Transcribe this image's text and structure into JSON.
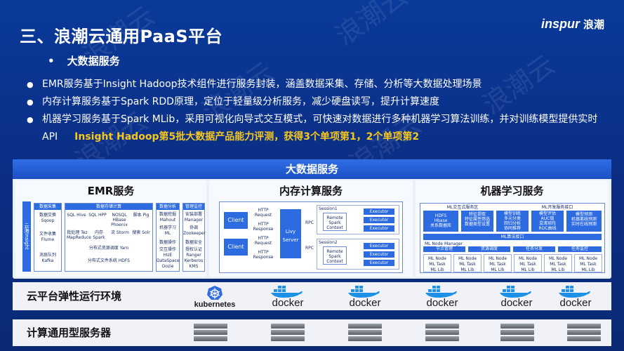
{
  "watermark": "浪潮云",
  "title": "三、浪潮云通用PaaS平台",
  "logo": {
    "en": "inspur",
    "cn": "浪潮"
  },
  "subtitle": "大数据服务",
  "bullets": [
    "EMR服务基于Insight Hadoop技术组件进行服务封装，涵盖数据采集、存储、分析等大数据处理场景",
    "内存计算服务基于Spark RDD原理，定位于轻量级分析服务，减少硬盘读写，提升计算速度",
    "机器学习服务基于Spark MLib，采用可视化向导式交互模式，可快速对数据进行多种机器学习算法训练，并对训练模型提供实时API"
  ],
  "highlight": "Insight Hadoop第5批大数据产品能力评测，获得3个单项第1，2个单项第2",
  "panel": {
    "title": "大数据服务",
    "emr": {
      "title": "EMR服务",
      "side_label": "云海Insight",
      "groups": [
        {
          "name": "数据采集",
          "items": [
            "数据交换",
            "Sqoop",
            "文件收集",
            "Flume",
            "消息队列",
            "Kafka"
          ]
        },
        {
          "name": "数据存储计算",
          "items": [
            "SQL Hive",
            "SQL HPP",
            "NOSQL HBase Phoenix",
            "脚本 Pig",
            "批处理 Tez MapReduce",
            "内存 Spark",
            "流 Storm",
            "搜索 Solr",
            "分布式资源调度 Yarn",
            "分布式文件系统 HDFS"
          ]
        },
        {
          "name": "数据分析",
          "items": [
            "数据挖掘",
            "Mahout",
            "机器学习",
            "ML",
            "数据操作",
            "交互操作",
            "HUE",
            "DataSpace",
            "Oozie"
          ]
        },
        {
          "name": "管理监控",
          "items": [
            "安装部署",
            "Manager",
            "协调",
            "Zookeeper",
            "数据安全",
            "授权认证",
            "Ranger",
            "Kerberos",
            "KMS"
          ]
        }
      ]
    },
    "memory": {
      "title": "内存计算服务",
      "client": "Client",
      "http_request": "HTTP Request",
      "http_response": "HTTP Response",
      "livy": "Livy Server",
      "rpc": "RPC",
      "session1": "Session1",
      "session2": "Session2",
      "remote": "Remote Spark Context",
      "executor": "Executor"
    },
    "ml": {
      "title": "机器学习服务",
      "ui_label": "ML交互式服务区",
      "dev_label": "ML开发服务接口",
      "feature": "特征提取",
      "train": "模型训练",
      "eval": "模型评估",
      "predict": "模型预测",
      "data_items": [
        "HDFS",
        "Hbase",
        "关系数据库"
      ],
      "feat_items": [
        "特征属性筛选",
        "数据类型设置"
      ],
      "train_items": [
        "多元分类",
        "回归分析",
        "协同推荐"
      ],
      "eval_items": [
        "AUC值",
        "混淆矩阵",
        "ROC曲线"
      ],
      "pred_items": [
        "机器离线预测",
        "实时在线预测"
      ],
      "api_label": "ML算法接口",
      "manager": "ML Node Manager",
      "mgr_items": [
        "节点管理",
        "资源调度",
        "任务分发",
        "任务监控"
      ],
      "node": "ML Node",
      "task": "ML Task",
      "lib": "ML Lib"
    }
  },
  "cloud_row": {
    "label": "云平台弹性运行环境",
    "k8s": "kubernetes",
    "docker": "docker"
  },
  "server_row": {
    "label": "计算通用型服务器"
  },
  "colors": {
    "bg": "#0b2f86",
    "accent": "#f7c71e",
    "panel_head": "#1b4fc2"
  }
}
